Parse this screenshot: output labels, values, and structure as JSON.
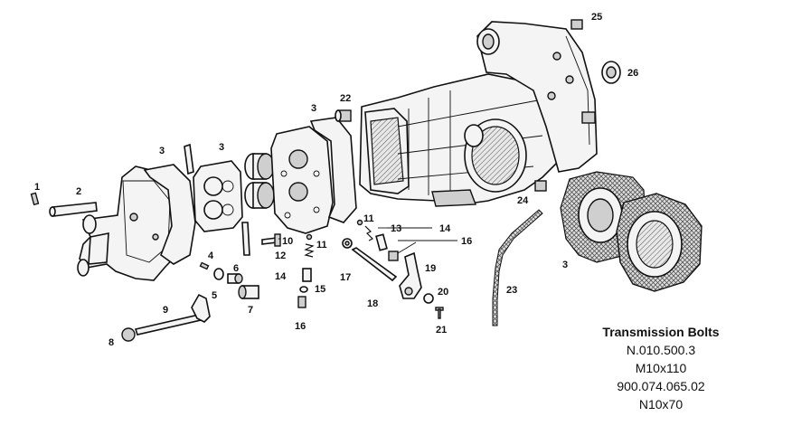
{
  "legend": {
    "title": "Transmission Bolts",
    "lines": [
      "N.010.500.3",
      "M10x110",
      "900.074.065.02",
      "N10x70"
    ]
  },
  "callouts": [
    {
      "id": "c1",
      "text": "1"
    },
    {
      "id": "c2",
      "text": "2"
    },
    {
      "id": "c3a",
      "text": "3"
    },
    {
      "id": "c3b",
      "text": "3"
    },
    {
      "id": "c3c",
      "text": "3"
    },
    {
      "id": "c3d",
      "text": "3"
    },
    {
      "id": "c4",
      "text": "4"
    },
    {
      "id": "c5",
      "text": "5"
    },
    {
      "id": "c6",
      "text": "6"
    },
    {
      "id": "c7",
      "text": "7"
    },
    {
      "id": "c8",
      "text": "8"
    },
    {
      "id": "c9",
      "text": "9"
    },
    {
      "id": "c10",
      "text": "10"
    },
    {
      "id": "c11a",
      "text": "11"
    },
    {
      "id": "c11b",
      "text": "11"
    },
    {
      "id": "c12",
      "text": "12"
    },
    {
      "id": "c13",
      "text": "13"
    },
    {
      "id": "c14a",
      "text": "14"
    },
    {
      "id": "c14b",
      "text": "14"
    },
    {
      "id": "c15",
      "text": "15"
    },
    {
      "id": "c16a",
      "text": "16"
    },
    {
      "id": "c16b",
      "text": "16"
    },
    {
      "id": "c17",
      "text": "17"
    },
    {
      "id": "c18",
      "text": "18"
    },
    {
      "id": "c19",
      "text": "19"
    },
    {
      "id": "c20",
      "text": "20"
    },
    {
      "id": "c21",
      "text": "21"
    },
    {
      "id": "c22",
      "text": "22"
    },
    {
      "id": "c23",
      "text": "23"
    },
    {
      "id": "c24",
      "text": "24"
    },
    {
      "id": "c25",
      "text": "25"
    },
    {
      "id": "c26",
      "text": "26"
    }
  ]
}
